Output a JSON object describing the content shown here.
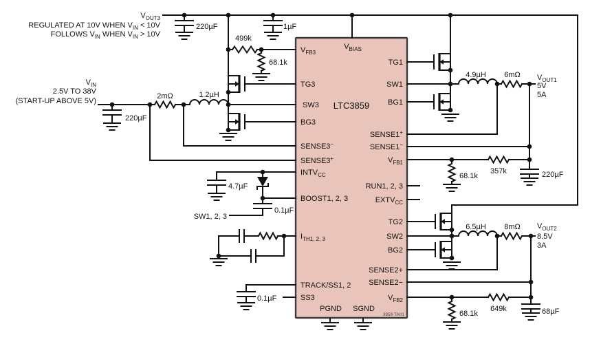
{
  "schematic": {
    "chip": {
      "name": "LTC3859",
      "note": "3859 TA01",
      "pins": {
        "vbias": [
          {
            "t": "V"
          },
          {
            "t": "BIAS",
            "s": "sub"
          }
        ],
        "vfb3": [
          {
            "t": "V"
          },
          {
            "t": "FB3",
            "s": "sub"
          }
        ],
        "tg3": "TG3",
        "sw3": "SW3",
        "bg3": "BG3",
        "sense3m": [
          {
            "t": "SENSE3"
          },
          {
            "t": "−",
            "s": "sup"
          }
        ],
        "sense3p": [
          {
            "t": "SENSE3"
          },
          {
            "t": "+",
            "s": "sup"
          }
        ],
        "intvcc": [
          {
            "t": "INTV"
          },
          {
            "t": "CC",
            "s": "sub"
          }
        ],
        "boost": "BOOST1, 2, 3",
        "ith": [
          {
            "t": "I"
          },
          {
            "t": "TH1, 2, 3",
            "s": "sub"
          }
        ],
        "trackss": "TRACK/SS1, 2",
        "ss3": "SS3",
        "tg1": "TG1",
        "sw1": "SW1",
        "bg1": "BG1",
        "sense1p": [
          {
            "t": "SENSE1"
          },
          {
            "t": "+",
            "s": "sup"
          }
        ],
        "sense1m": [
          {
            "t": "SENSE1"
          },
          {
            "t": "−",
            "s": "sup"
          }
        ],
        "vfb1": [
          {
            "t": "V"
          },
          {
            "t": "FB1",
            "s": "sub"
          }
        ],
        "run": "RUN1, 2, 3",
        "extvcc": [
          {
            "t": "EXTV"
          },
          {
            "t": "CC",
            "s": "sub"
          }
        ],
        "tg2": "TG2",
        "sw2": "SW2",
        "bg2": "BG2",
        "sense2p": "SENSE2+",
        "sense2m": "SENSE2−",
        "vfb2": [
          {
            "t": "V"
          },
          {
            "t": "FB2",
            "s": "sub"
          }
        ],
        "pgnd": "PGND",
        "sgnd": "SGND"
      }
    },
    "vout3": {
      "name": [
        {
          "t": "V"
        },
        {
          "t": "OUT3",
          "s": "sub"
        }
      ],
      "note1": [
        {
          "t": "REGULATED AT 10V WHEN V"
        },
        {
          "t": "IN",
          "s": "sub"
        },
        {
          "t": " < 10V"
        }
      ],
      "note2": [
        {
          "t": "FOLLOWS V"
        },
        {
          "t": "IN",
          "s": "sub"
        },
        {
          "t": " WHEN V"
        },
        {
          "t": "IN",
          "s": "sub"
        },
        {
          "t": " > 10V"
        }
      ]
    },
    "vin": {
      "name": [
        {
          "t": "V"
        },
        {
          "t": "IN",
          "s": "sub"
        }
      ],
      "range": "2.5V TO 38V",
      "startup": "(START-UP ABOVE 5V)"
    },
    "out1": {
      "name": [
        {
          "t": "V"
        },
        {
          "t": "OUT1",
          "s": "sub"
        }
      ],
      "volts": "5V",
      "amps": "5A"
    },
    "out2": {
      "name": [
        {
          "t": "V"
        },
        {
          "t": "OUT2",
          "s": "sub"
        }
      ],
      "volts": "8.5V",
      "amps": "3A"
    },
    "parts": {
      "c220_top": "220µF",
      "c1u": "1µF",
      "r499k": "499k",
      "r68k_ch3": "68.1k",
      "r2m": "2mΩ",
      "l1_2": "1.2µH",
      "c220_vin": "220µF",
      "c4u7": "4.7µF",
      "c0u1_boost": "0.1µF",
      "sw123": "SW1, 2, 3",
      "c0u1_ss": "0.1µF",
      "l4_9": "4.9µH",
      "r6m": "6mΩ",
      "r357k": "357k",
      "r68k_ch1": "68.1k",
      "c220_out1": "220µF",
      "l6_5": "6.5µH",
      "r8m": "8mΩ",
      "r649k": "649k",
      "r68k_ch2": "68.1k",
      "c68u": "68µF"
    }
  }
}
